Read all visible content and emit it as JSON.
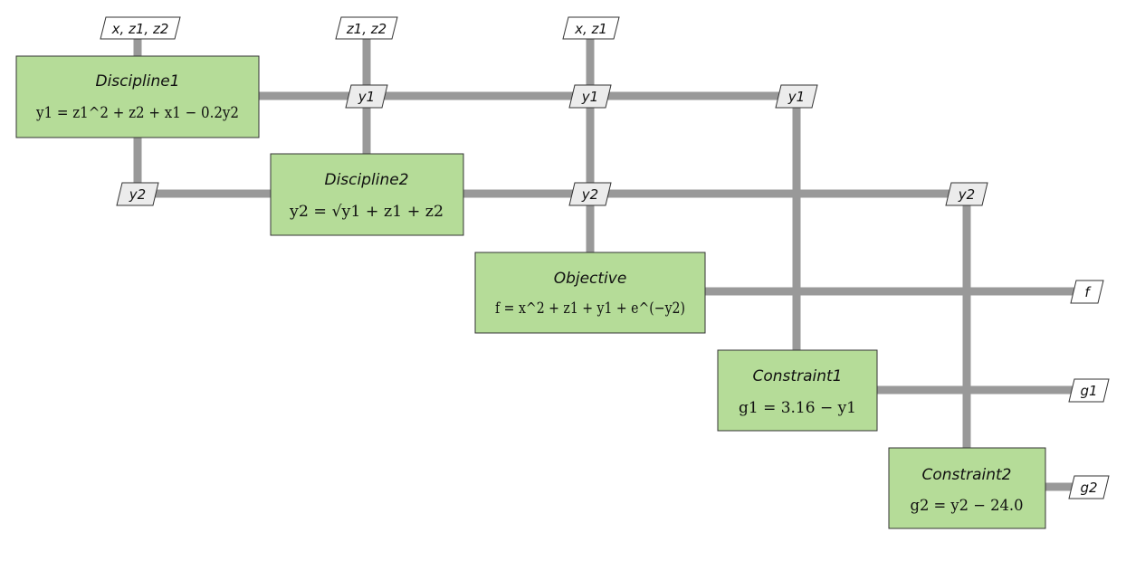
{
  "colors": {
    "connection": "#999999",
    "box_fill": "#b5dc98",
    "box_stroke": "#333333",
    "io_fill": "#ffffff",
    "internal_fill": "#ececec",
    "text": "#111111"
  },
  "inputs": [
    {
      "id": "in1",
      "label": "x, z1, z2"
    },
    {
      "id": "in2",
      "label": "z1, z2"
    },
    {
      "id": "in3",
      "label": "x, z1"
    }
  ],
  "components": [
    {
      "id": "discipline1",
      "title": "Discipline1",
      "equation": "y1 = z1^2 + z2 + x1 − 0.2y2"
    },
    {
      "id": "discipline2",
      "title": "Discipline2",
      "equation": "y2 = √y1 + z1 + z2"
    },
    {
      "id": "objective",
      "title": "Objective",
      "equation": "f = x^2 + z1 + y1 + e^(−y2)"
    },
    {
      "id": "constraint1",
      "title": "Constraint1",
      "equation": "g1 = 3.16 − y1"
    },
    {
      "id": "constraint2",
      "title": "Constraint2",
      "equation": "g2 = y2 − 24.0"
    }
  ],
  "coupling_labels": {
    "y1_to_d2": "y1",
    "y1_to_obj": "y1",
    "y1_to_c1": "y1",
    "y2_to_d1": "y2",
    "y2_to_obj": "y2",
    "y2_to_c2": "y2"
  },
  "outputs": [
    {
      "id": "out_f",
      "label": "f"
    },
    {
      "id": "out_g1",
      "label": "g1"
    },
    {
      "id": "out_g2",
      "label": "g2"
    }
  ]
}
